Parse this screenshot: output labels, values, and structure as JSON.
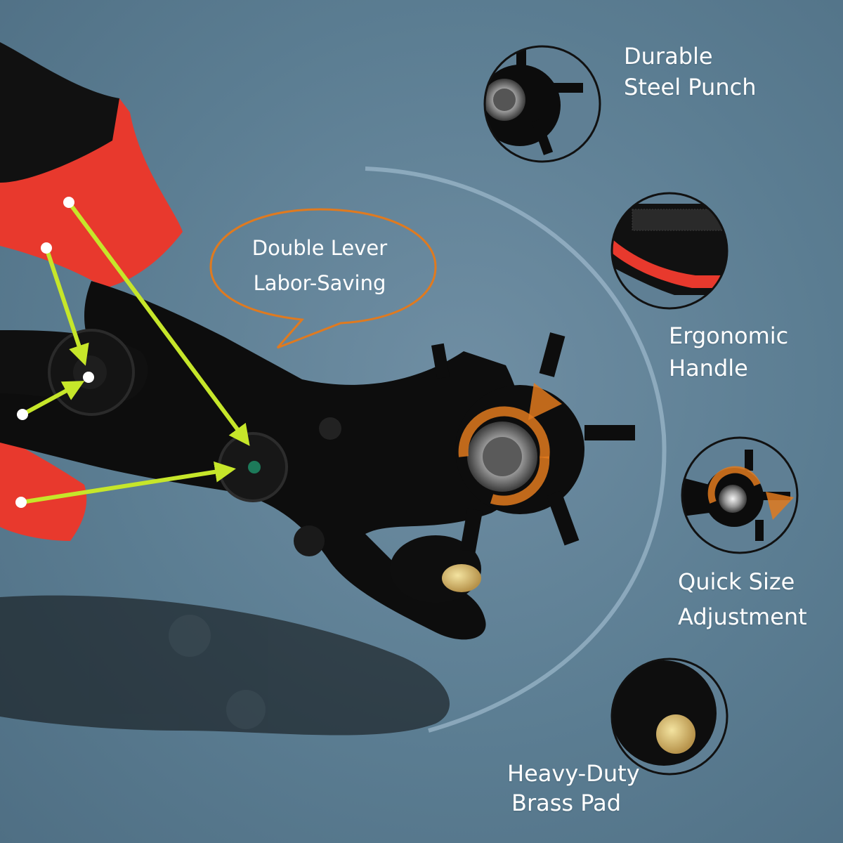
{
  "callout": {
    "line1": "Double Lever",
    "line2": "Labor-Saving"
  },
  "features": [
    {
      "line1": "Durable",
      "line2": "Steel Punch",
      "icon": "punch-wheel-icon"
    },
    {
      "line1": "Ergonomic",
      "line2": "Handle",
      "icon": "handle-grip-icon"
    },
    {
      "line1": "Quick Size",
      "line2": "Adjustment",
      "icon": "rotate-arrow-icon"
    },
    {
      "line1": "Heavy-Duty",
      "line2": "Brass Pad",
      "icon": "brass-pad-icon"
    }
  ],
  "colors": {
    "background": "#5b7d92",
    "handle_red": "#e8392d",
    "tool_black": "#0d0d0d",
    "arrow_green": "#c6e62a",
    "callout_orange": "#e07a1f",
    "brass": "#c8a85a"
  }
}
